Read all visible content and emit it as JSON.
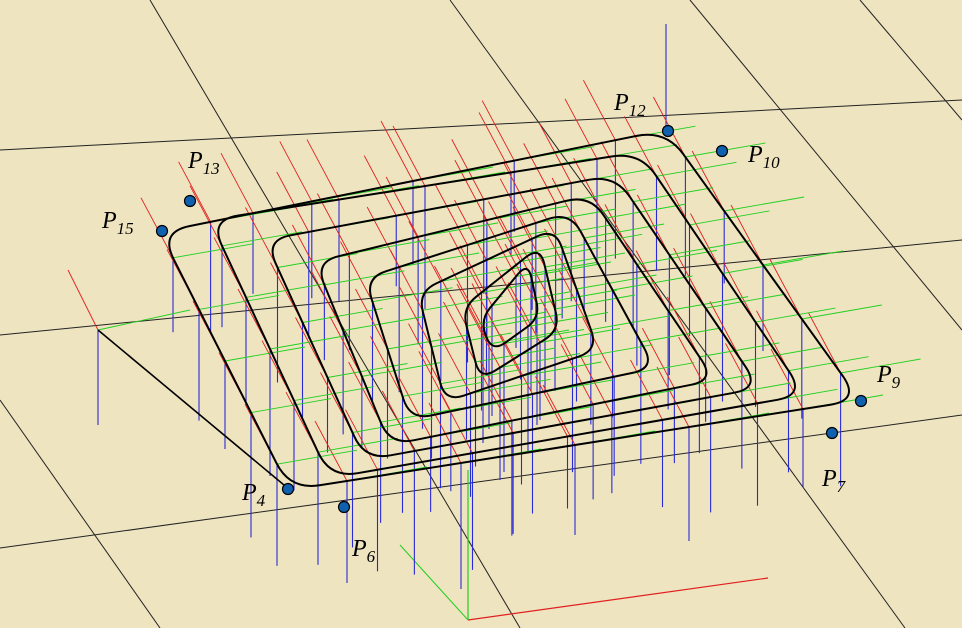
{
  "figure": {
    "background_color": "#efe4c0",
    "grid_color": "#222222",
    "path_color": "#000000",
    "normal_color": "#2a2ad8",
    "axis_u_color": "#e02020",
    "axis_v_color": "#20d020",
    "point_fill": "#1060b0"
  },
  "points": [
    {
      "id": "P12",
      "letter": "P",
      "index": "12"
    },
    {
      "id": "P10",
      "letter": "P",
      "index": "10"
    },
    {
      "id": "P13",
      "letter": "P",
      "index": "13"
    },
    {
      "id": "P15",
      "letter": "P",
      "index": "15"
    },
    {
      "id": "P9",
      "letter": "P",
      "index": "9"
    },
    {
      "id": "P7",
      "letter": "P",
      "index": "7"
    },
    {
      "id": "P4",
      "letter": "P",
      "index": "4"
    },
    {
      "id": "P6",
      "letter": "P",
      "index": "6"
    }
  ]
}
